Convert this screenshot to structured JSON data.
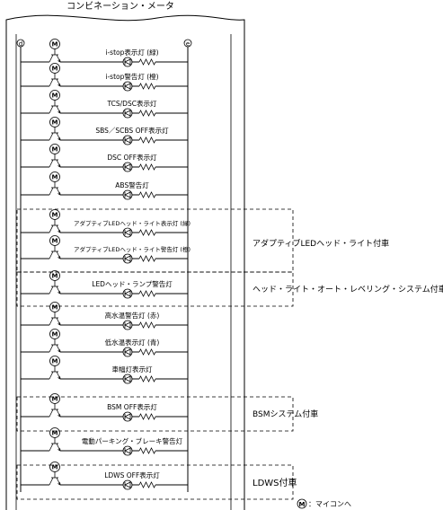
{
  "title": "コンビネーション・メータ",
  "left_terminal": "d",
  "right_terminal": "e",
  "micro_symbol": "M",
  "rows": [
    {
      "label": "i-stop表示灯 (緑)"
    },
    {
      "label": "i-stop警告灯 (橙)"
    },
    {
      "label": "TCS/DSC表示灯"
    },
    {
      "label": "SBS／SCBS OFF表示灯"
    },
    {
      "label": "DSC OFF表示灯"
    },
    {
      "label": "ABS警告灯"
    },
    {
      "label": "アダプティブLEDヘッド・ライト表示灯 (緑)"
    },
    {
      "label": "アダプティブLEDヘッド・ライト警告灯 (橙)"
    },
    {
      "label": "LEDヘッド・ランプ警告灯"
    },
    {
      "label": "高水温警告灯 (赤)"
    },
    {
      "label": "低水温表示灯 (青)"
    },
    {
      "label": "車幅灯表示灯"
    },
    {
      "label": "BSM OFF表示灯"
    },
    {
      "label": "電動パーキング・ブレーキ警告灯"
    },
    {
      "label": "LDWS OFF表示灯"
    }
  ],
  "groups": [
    {
      "label": "アダプティブLEDヘッド・ライト付車"
    },
    {
      "label": "ヘッド・ライト・オート・レベリング・システム付車"
    },
    {
      "label": "BSMシステム付車"
    },
    {
      "label": "LDWS付車"
    }
  ],
  "legend": {
    "symbol": "M",
    "text": "：マイコンへ"
  }
}
